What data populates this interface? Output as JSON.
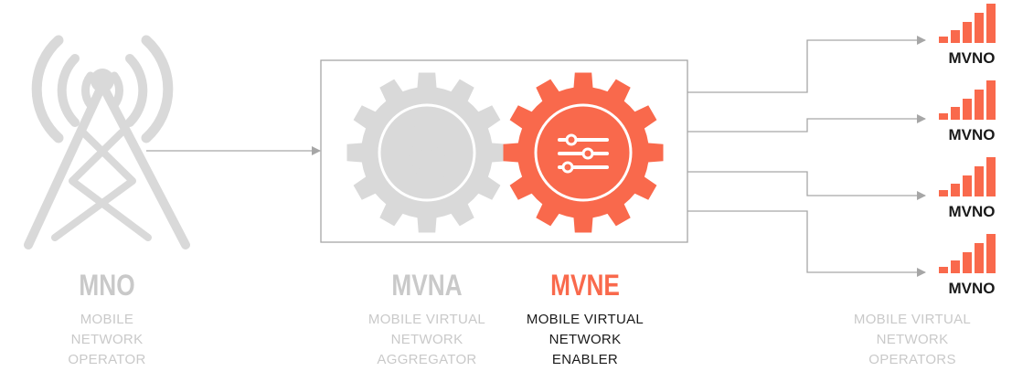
{
  "colors": {
    "gray": "#d9d9d9",
    "gray_text": "#c9c9c9",
    "accent": "#f9694c",
    "line": "#a6a6a6",
    "dark": "#1a1a1a"
  },
  "mno": {
    "title": "MNO",
    "desc": [
      "MOBILE",
      "NETWORK",
      "OPERATOR"
    ],
    "icon": "cell-tower-icon"
  },
  "mvna": {
    "title": "MVNA",
    "desc": [
      "MOBILE VIRTUAL",
      "NETWORK",
      "AGGREGATOR"
    ],
    "icon": "gear-tower-icon"
  },
  "mvne": {
    "title": "MVNE",
    "desc": [
      "MOBILE VIRTUAL",
      "NETWORK",
      "ENABLER"
    ],
    "icon": "gear-sliders-icon"
  },
  "mvno": {
    "items": [
      {
        "label": "MVNO",
        "icon": "signal-bars-icon"
      },
      {
        "label": "MVNO",
        "icon": "signal-bars-icon"
      },
      {
        "label": "MVNO",
        "icon": "signal-bars-icon"
      },
      {
        "label": "MVNO",
        "icon": "signal-bars-icon"
      }
    ],
    "desc": [
      "MOBILE VIRTUAL",
      "NETWORK",
      "OPERATORS"
    ]
  }
}
